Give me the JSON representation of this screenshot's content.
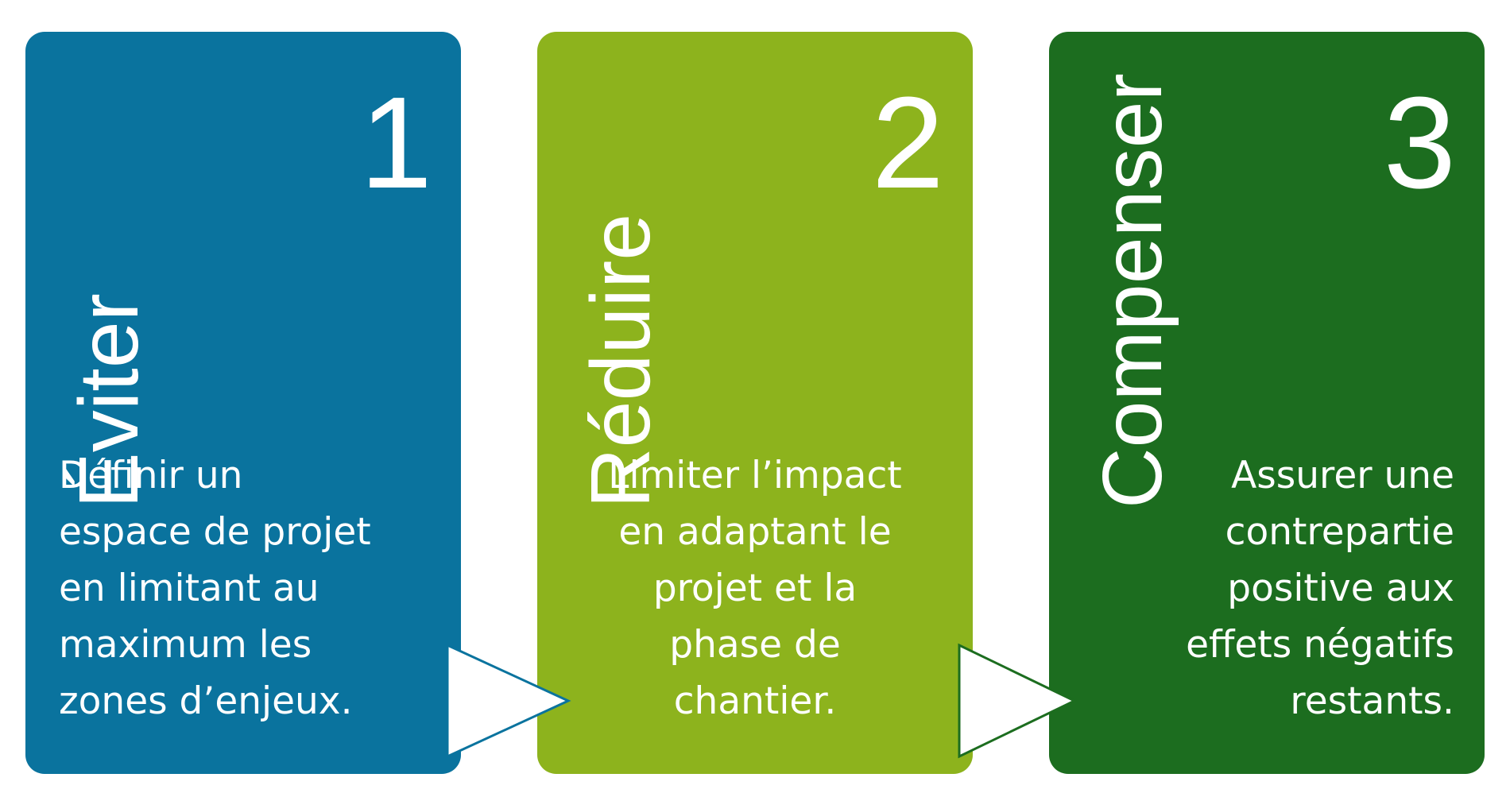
{
  "steps": [
    {
      "title": "Éviter",
      "number": "1",
      "description_lines": [
        "Définir un",
        "espace de projet",
        "en limitant au",
        "maximum les",
        "zones d’enjeux."
      ],
      "color": "#0a739e",
      "arrow_outline": "#0a739e"
    },
    {
      "title": "Réduire",
      "number": "2",
      "description_lines": [
        "Limiter l’impact",
        "en adaptant le",
        "projet et la",
        "phase de",
        "chantier."
      ],
      "color": "#8db31d",
      "arrow_outline": "#1c6d1f"
    },
    {
      "title": "Compenser",
      "number": "3",
      "description_lines": [
        "Assurer une",
        "contrepartie",
        "positive aux",
        "effets négatifs",
        "restants."
      ],
      "color": "#1c6d1f"
    }
  ]
}
